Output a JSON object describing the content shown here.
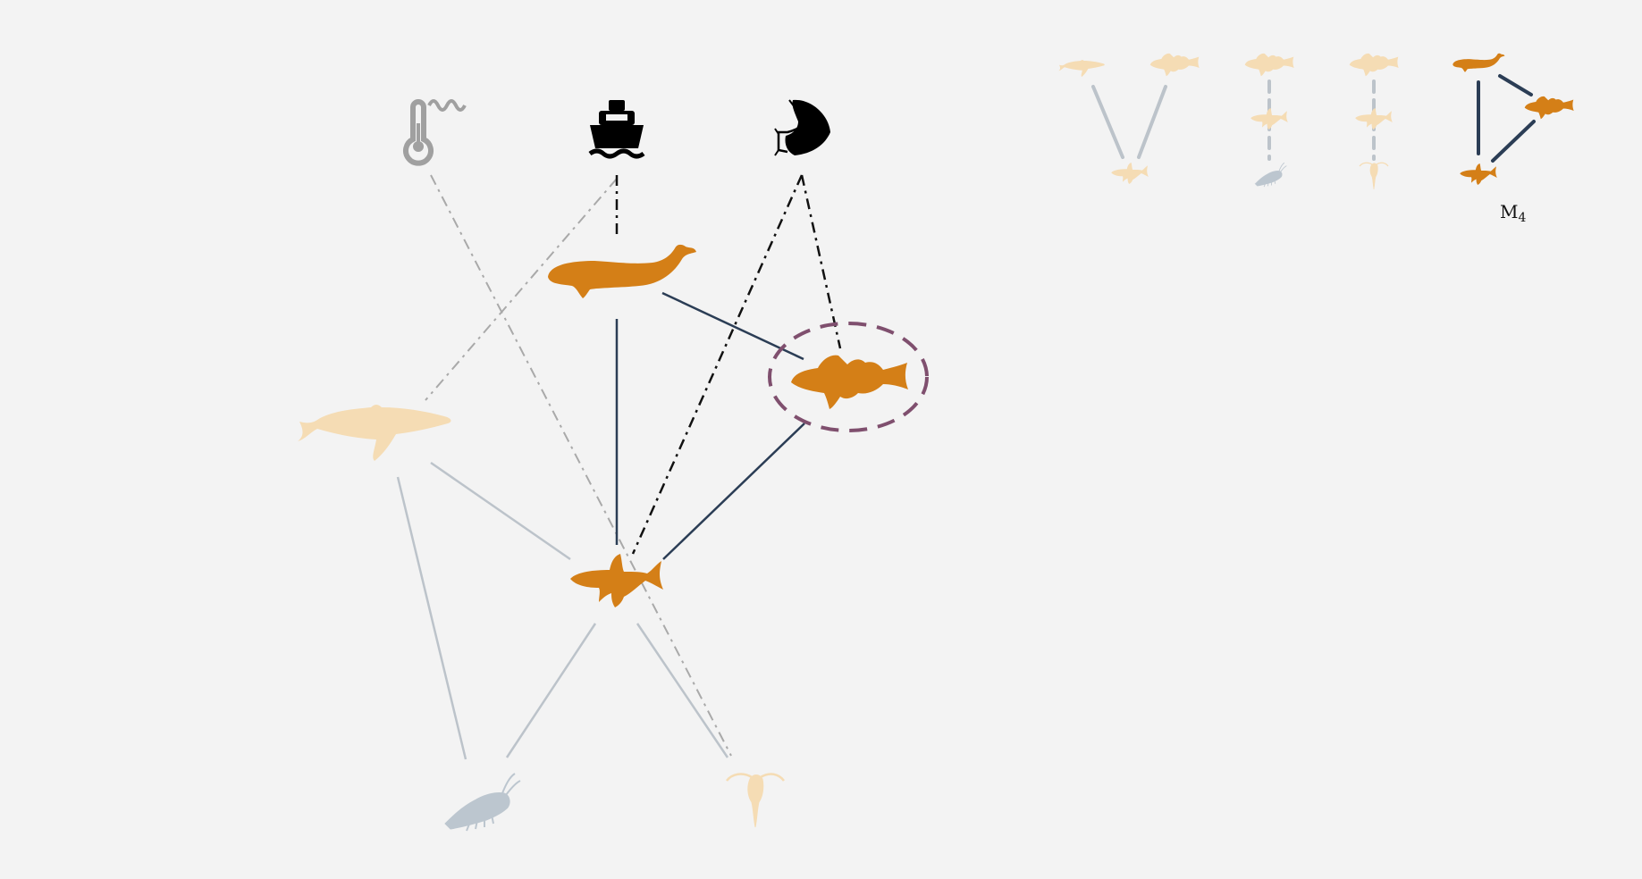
{
  "colors": {
    "background": "#f3f3f3",
    "active_species": "#d47f17",
    "faded_species": "#f5dcb4",
    "faded_invertebrate": "#bcc6cf",
    "strong_link": "#2b3d55",
    "faded_link": "#bcc3ca",
    "driver_black": "#000000",
    "driver_faded": "#a0a0a0",
    "highlight_ellipse": "#7f4f6e"
  },
  "nodes": {
    "drivers": [
      {
        "id": "temperature",
        "icon": "thermometer-icon",
        "state": "faded"
      },
      {
        "id": "fishing",
        "icon": "ship-icon",
        "state": "active"
      },
      {
        "id": "predation",
        "icon": "seal-icon",
        "state": "active"
      }
    ],
    "species": [
      {
        "id": "beluga",
        "icon": "beluga-whale-icon",
        "state": "active"
      },
      {
        "id": "cod",
        "icon": "cod-icon",
        "state": "active",
        "highlighted": true
      },
      {
        "id": "humpback",
        "icon": "humpback-whale-icon",
        "state": "faded"
      },
      {
        "id": "capelin",
        "icon": "capelin-icon",
        "state": "active"
      },
      {
        "id": "krill",
        "icon": "krill-icon",
        "state": "faded"
      },
      {
        "id": "copepod",
        "icon": "copepod-icon",
        "state": "faded"
      }
    ]
  },
  "motif_panel": {
    "label_base": "M",
    "label_sub": "4",
    "motifs": [
      {
        "shape": "v",
        "state": "faded"
      },
      {
        "shape": "chain-krill",
        "state": "faded"
      },
      {
        "shape": "chain-copepod",
        "state": "faded"
      },
      {
        "shape": "triangle",
        "state": "active"
      }
    ]
  }
}
